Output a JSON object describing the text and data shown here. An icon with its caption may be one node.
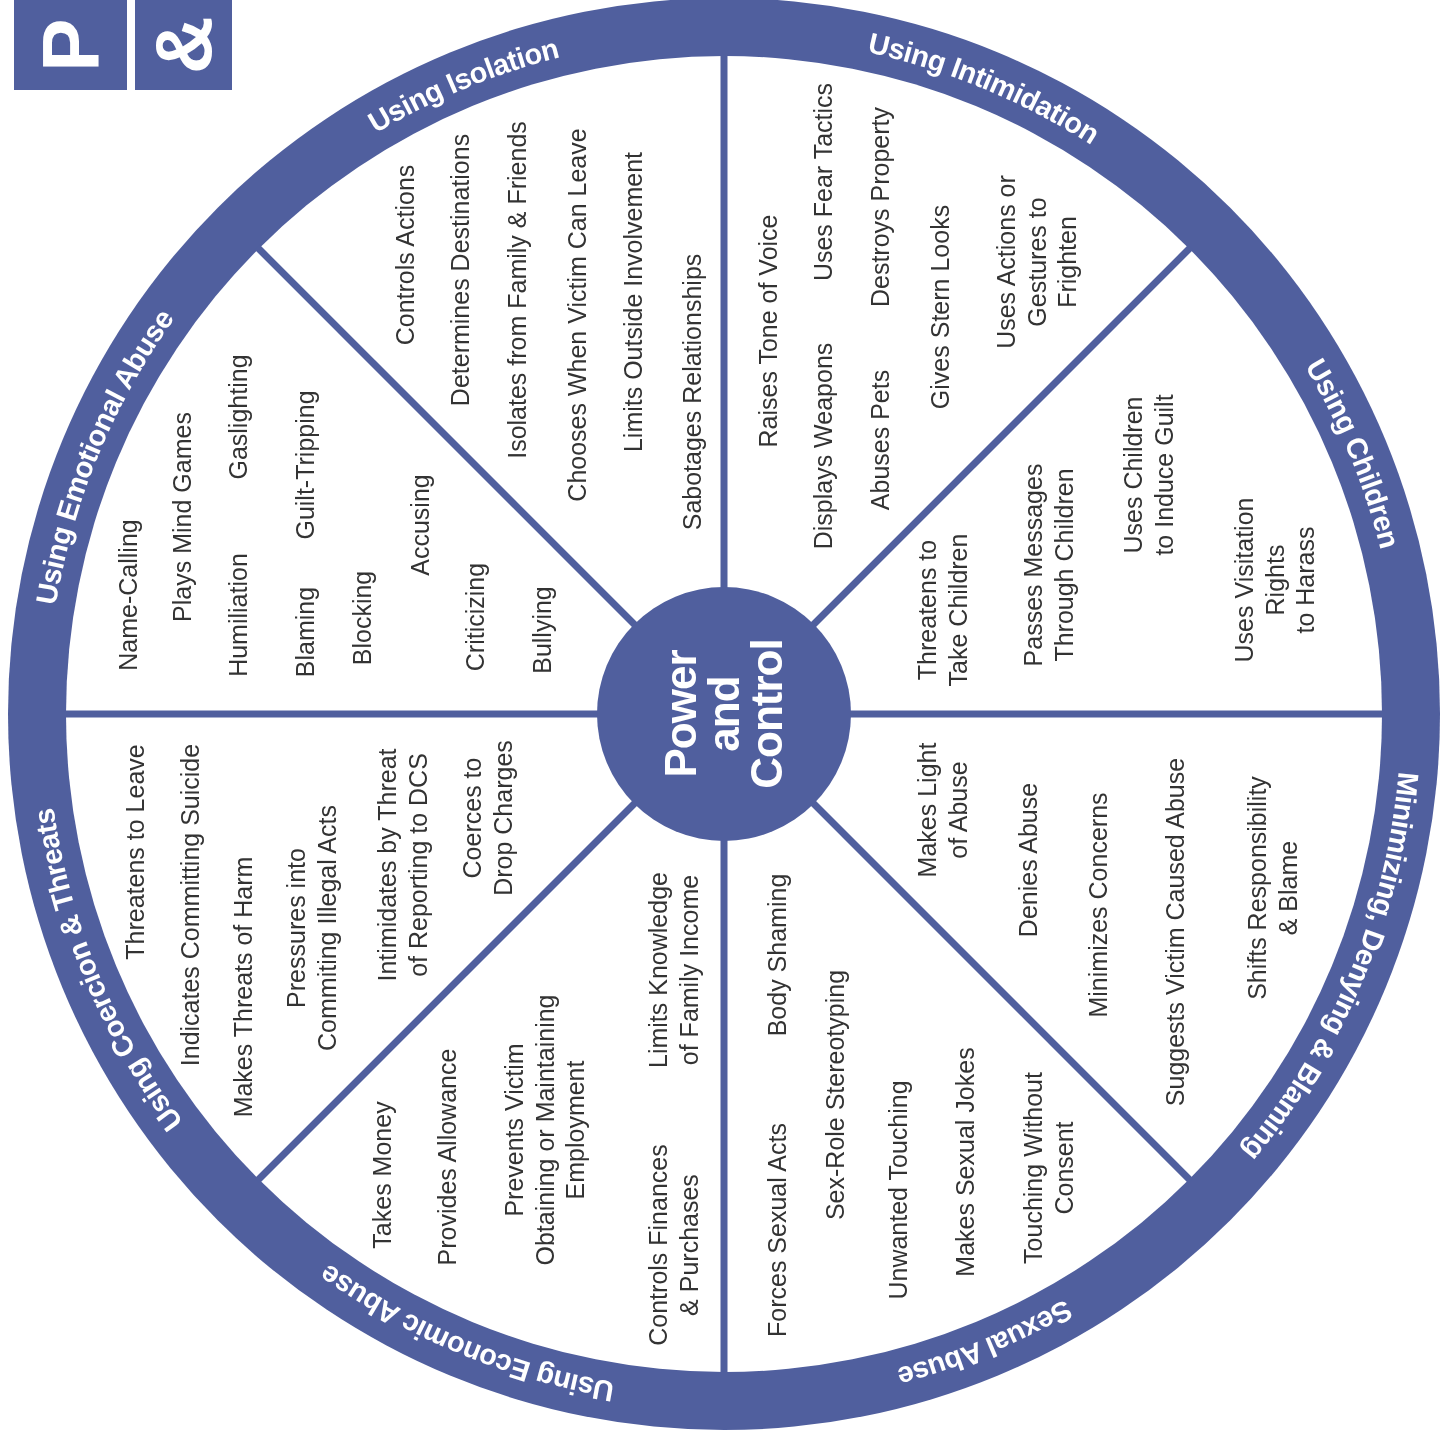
{
  "diagram": {
    "nodes": [
      {
        "text": [
          "Using Isolation",
          "Controls Actions",
          "Determines Destinations",
          "Isolates from Family & Friends",
          "Chooses When Victim Can Leave",
          "Limits Outside Involvement",
          "Sabotages Relationships"
        ]
      },
      {
        "text": [
          "Using Intimidation",
          "Raises Tone of Voice",
          "Uses Fear Tactics",
          "Displays Weapons",
          "Destroys Property",
          "Abuses Pets",
          "Gives Stern Looks",
          "Uses Actions or Gestures to Frighten"
        ]
      },
      {
        "text": [
          "Using Children",
          "Threatens to Take Children",
          "Passes Messages Through Children",
          "Uses Children to Induce Guilt",
          "Uses Visitation Rights to Harass"
        ]
      },
      {
        "text": [
          "Minimizing, Denying & Blaming",
          "Makes Light of Abuse",
          "Denies Abuse",
          "Minimizes Concerns",
          "Suggests Victim Caused Abuse",
          "Shifts Responsibility & Blame"
        ]
      },
      {
        "text": [
          "Sexual Abuse",
          "Body Shaming",
          "Forces Sexual Acts",
          "Sex-Role Stereotyping",
          "Unwanted Touching",
          "Makes Sexual Jokes",
          "Touching Without Consent"
        ]
      },
      {
        "text": [
          "Using Economic Abuse",
          "Takes Money",
          "Provides Allowance",
          "Prevents Victim Obtaining or Maintaining Employment",
          "Limits Knowledge of Family Income",
          "Controls Finances & Purchases"
        ]
      },
      {
        "text": [
          "Using Coercion & Threats",
          "Threatens to Leave",
          "Indicates Committing Suicide",
          "Makes Threats of Harm",
          "Pressures into Commiting Illegal Acts",
          "Intimidates by Threat of Reporting to DCS",
          "Coerces to Drop Charges"
        ]
      },
      {
        "text": [
          "Using Emotional Abuse",
          "Name-Calling",
          "Plays Mind Games",
          "Humiliation",
          "Gaslighting",
          "Blaming",
          "Guilt-Tripping",
          "Blocking",
          "Accusing",
          "Criticizing",
          "Bullying"
        ]
      },
      {
        "text": [
          "Power and Control"
        ]
      }
    ],
    "edges": [],
    "labels": [
      "P",
      "&"
    ]
  }
}
